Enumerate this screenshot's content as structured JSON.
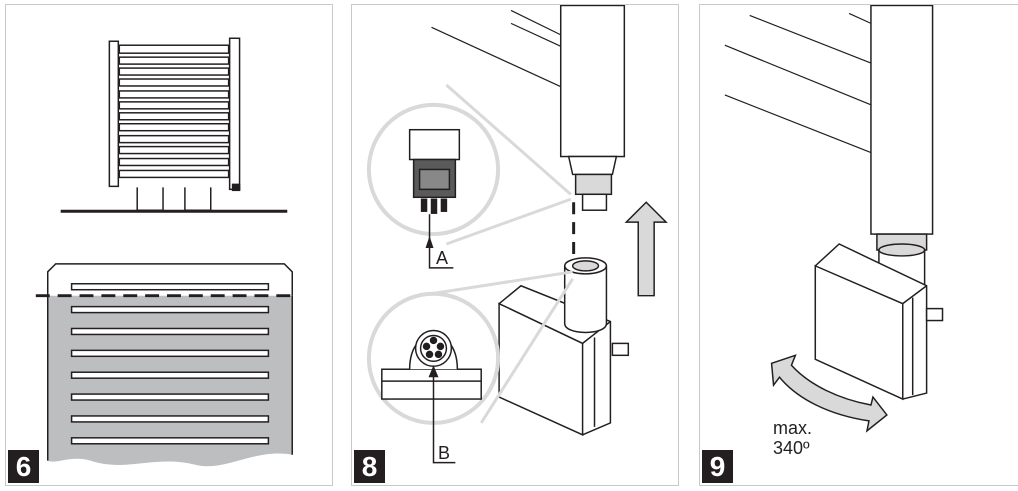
{
  "panels": [
    {
      "step": "6"
    },
    {
      "step": "8",
      "label_a": "A",
      "label_b": "B"
    },
    {
      "step": "9",
      "note_line1": "max.",
      "note_line2": "340º"
    }
  ],
  "colors": {
    "ink": "#231f20",
    "water": "#bcbec0",
    "border": "#c9c9c9",
    "light": "#d9d9d9"
  }
}
